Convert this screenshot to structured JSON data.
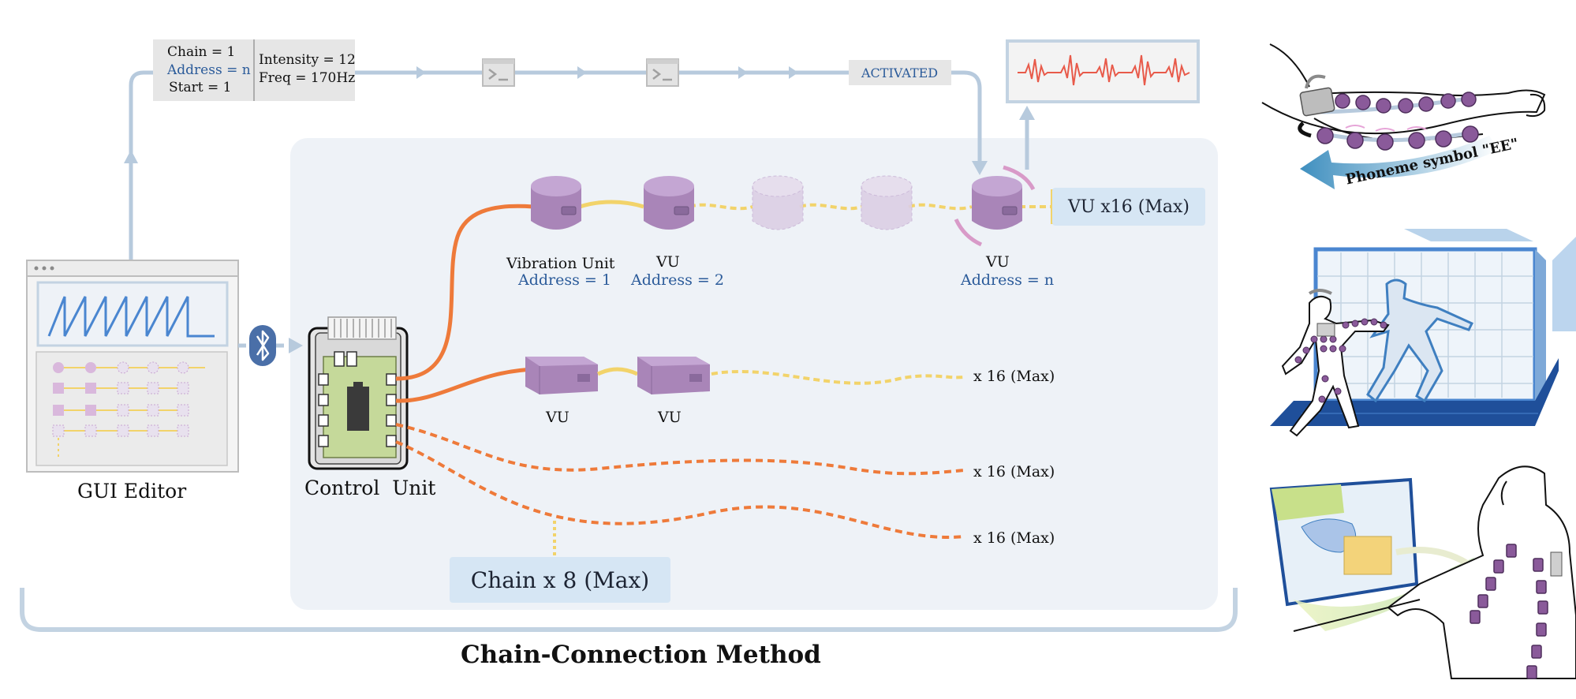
{
  "packet": {
    "chain": "Chain = 1",
    "address": "Address = n",
    "start": "Start = 1",
    "intensity": "Intensity = 12",
    "freq": "Freq = 170Hz",
    "activated": "ACTIVATED"
  },
  "gui_editor_label": "GUI Editor",
  "control_unit_label": "Control  Unit",
  "vu_row1": [
    {
      "title": "Vibration Unit",
      "address": "Address = 1"
    },
    {
      "title": "VU",
      "address": "Address = 2"
    },
    {
      "title": "VU",
      "address": "Address = n"
    }
  ],
  "vu_max_tag": "VU x16 (Max)",
  "vu_row2": [
    "VU",
    "VU"
  ],
  "chain_counts": [
    "x 16 (Max)",
    "x 16 (Max)",
    "x 16 (Max)"
  ],
  "chain_max_tag": "Chain x 8 (Max)",
  "main_title": "Chain-Connection Method",
  "phoneme_caption": "Phoneme symbol \"EE\"",
  "colors": {
    "panel": "#eef2f7",
    "flow": "#b7cadd",
    "orange": "#ee7a3a",
    "yellow": "#f2d36a",
    "vu_purple": "#b89ac8",
    "accent_blue": "#2b5b9a",
    "signal_red": "#e85a4a",
    "board_green": "#c5d99a",
    "tag_blue": "#d6e6f4"
  },
  "icons": [
    "bluetooth-icon",
    "terminal-icon",
    "waveform-icon"
  ]
}
